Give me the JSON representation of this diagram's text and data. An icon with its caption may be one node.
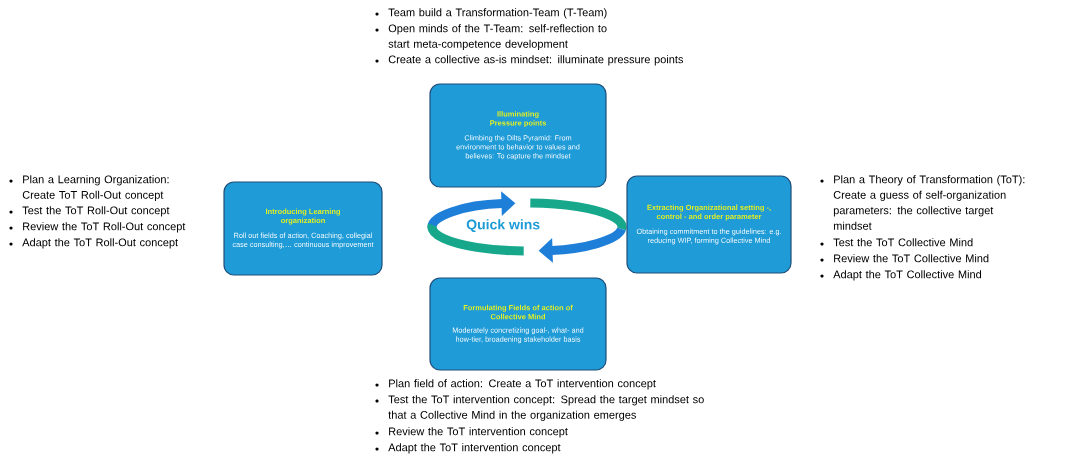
{
  "diagram": {
    "nodes": [
      {
        "text": [
          "Illuminating Pressure points",
          "Climbing the Dilts Pyramid: From environment to behavior to values and believes: To capture the mindset"
        ]
      },
      {
        "text": [
          "Introducing Learning organization",
          "Roll out fields of action, Coaching, collegial case consulting,… continuous improvement"
        ]
      },
      {
        "text": [
          "Extracting Organizational setting -, control - and order parameter",
          "Obtaining commitment to the guidelines: e.g. reducing WIP, forming Collective Mind"
        ]
      },
      {
        "text": [
          "Formulating Fields of action of Collective Mind",
          "Moderately concretizing goal-, what- and how-tier, broadening stakeholder basis"
        ]
      }
    ],
    "labels": [
      "Team build a Transformation-Team (T-Team)",
      "Open minds of the T-Team: self-reflection to start meta-competence development",
      "Create a collective as-is mindset: illuminate pressure points",
      "Plan a Learning Organization: Create ToT Roll-Out concept",
      "Test the ToT Roll-Out concept",
      "Review the ToT Roll-Out concept",
      "Adapt the ToT Roll-Out concept",
      "Plan a Theory of Transformation (ToT): Create a guess of self-organization parameters: the collective target mindset",
      "Test the ToT Collective Mind",
      "Review the ToT Collective Mind",
      "Adapt the ToT Collective Mind",
      "Quick wins",
      "Plan field of action: Create a ToT intervention concept",
      "Test the ToT intervention concept: Spread the target mindset so that a Collective Mind in the organization emerges",
      "Review the ToT intervention concept",
      "Adapt the ToT intervention concept"
    ]
  }
}
